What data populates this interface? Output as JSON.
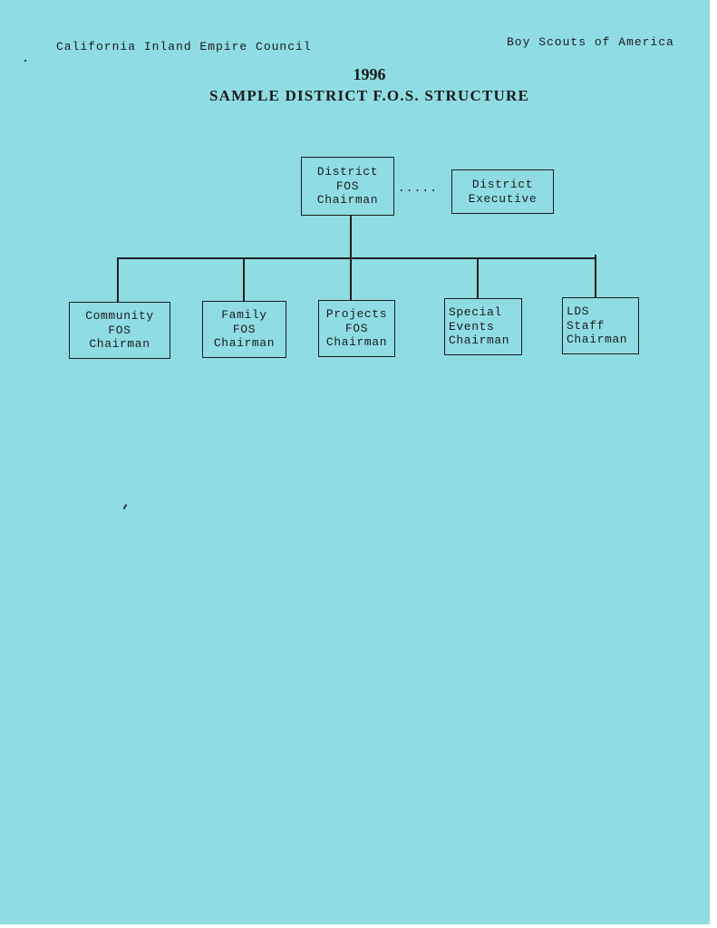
{
  "header": {
    "left": "California Inland Empire Council",
    "right": "Boy Scouts of America"
  },
  "title": {
    "year": "1996",
    "main": "SAMPLE DISTRICT F.O.S. STRUCTURE"
  },
  "chart": {
    "top": {
      "lines": [
        "District",
        "FOS",
        "Chairman"
      ]
    },
    "dotted_link": ".....",
    "side": {
      "lines": [
        "District",
        "Executive"
      ]
    },
    "children": [
      {
        "lines": [
          "Community",
          "FOS",
          "Chairman"
        ]
      },
      {
        "lines": [
          "Family",
          "FOS",
          "Chairman"
        ]
      },
      {
        "lines": [
          "Projects",
          "FOS",
          "Chairman"
        ]
      },
      {
        "lines": [
          "Special",
          "Events",
          "Chairman"
        ]
      },
      {
        "lines": [
          "LDS",
          "Staff",
          "Chairman"
        ]
      }
    ]
  },
  "colors": {
    "paper": "#8fdde3",
    "ink": "#1e1e1e"
  }
}
